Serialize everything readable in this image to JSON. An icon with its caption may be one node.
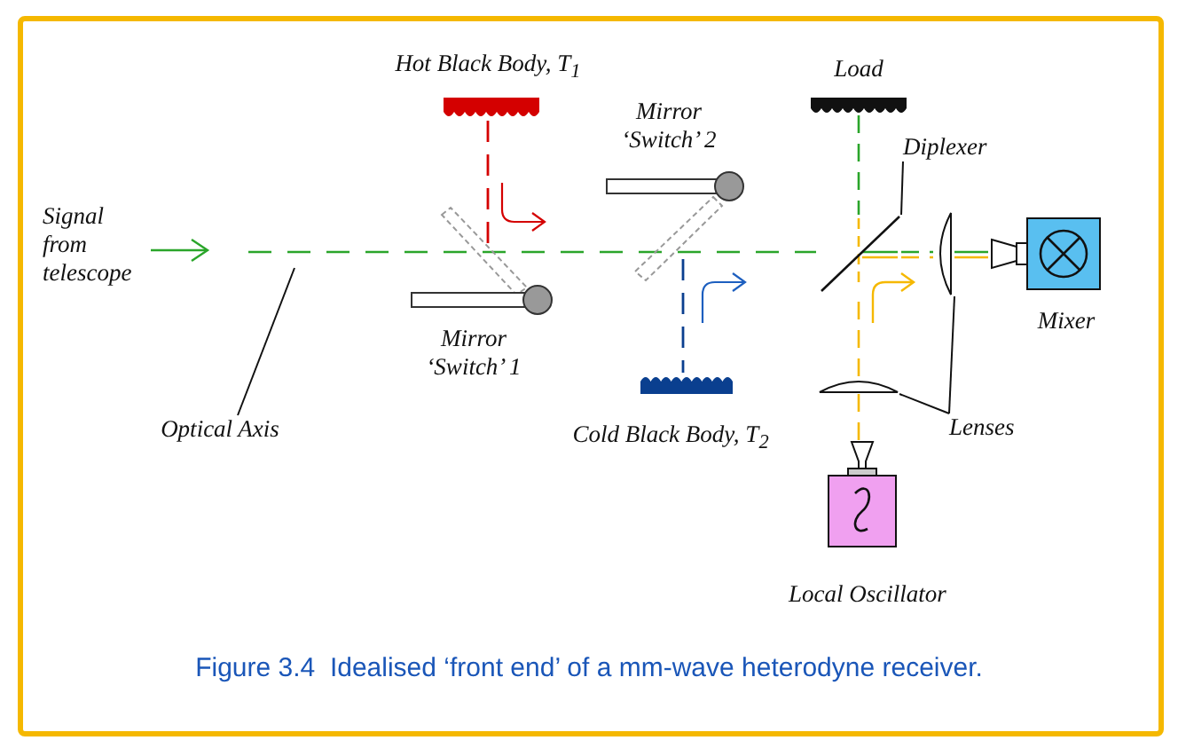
{
  "diagram": {
    "caption": "Figure 3.4  Idealised ‘front end’ of a mm-wave heterodyne receiver.",
    "nodes": [
      {
        "text": [
          "Signal from telescope"
        ]
      },
      {
        "text": [
          "Hot Black Body, T$_{1}$"
        ]
      },
      {
        "text": [
          "Mirror ‘Switch’ 1"
        ]
      },
      {
        "text": [
          "Mirror ‘Switch’ 2"
        ]
      },
      {
        "text": [
          "Load"
        ]
      },
      {
        "text": [
          "Diplexer"
        ]
      },
      {
        "text": [],
        "shape": "line"
      },
      {
        "text": [
          "Cold Black Body, T$_{2}$"
        ]
      },
      {
        "text": [],
        "shape": "lens"
      },
      {
        "text": [],
        "shape": "lens"
      },
      {
        "text": [
          "Lenses"
        ]
      },
      {
        "text": [
          "Mixer"
        ]
      },
      {
        "text": [
          "Local Oscillator"
        ]
      },
      {
        "text": [
          "Optical Axis"
        ]
      }
    ],
    "edges": [
      {
        "from": 5,
        "to": 6,
        "arrow": "none"
      },
      {
        "from": 10,
        "to": 8,
        "arrow": "none"
      },
      {
        "from": 10,
        "to": 9,
        "arrow": "none"
      },
      {
        "from": 13,
        "to": null,
        "arrow": "none"
      },
      {
        "from": 4,
        "to": 6,
        "arrow": "none",
        "style": "dashed",
        "color": "#2aa52a"
      },
      {
        "from": 12,
        "to": 9,
        "arrow": "none",
        "style": "dashed",
        "color": "#f5b800"
      },
      {
        "from": 9,
        "to": 6,
        "arrow": "none",
        "style": "dashed",
        "color": "#f5b800"
      },
      {
        "from": 6,
        "to": 8,
        "arrow": "none",
        "style": "dashed",
        "color": "#2aa52a"
      },
      {
        "from": 6,
        "to": 8,
        "arrow": "none",
        "style": "dashed",
        "color": "#f5b800"
      },
      {
        "from": 8,
        "to": 11,
        "arrow": "none",
        "color": "#2aa52a"
      },
      {
        "from": 8,
        "to": 11,
        "arrow": "none",
        "color": "#f5b800"
      }
    ]
  }
}
